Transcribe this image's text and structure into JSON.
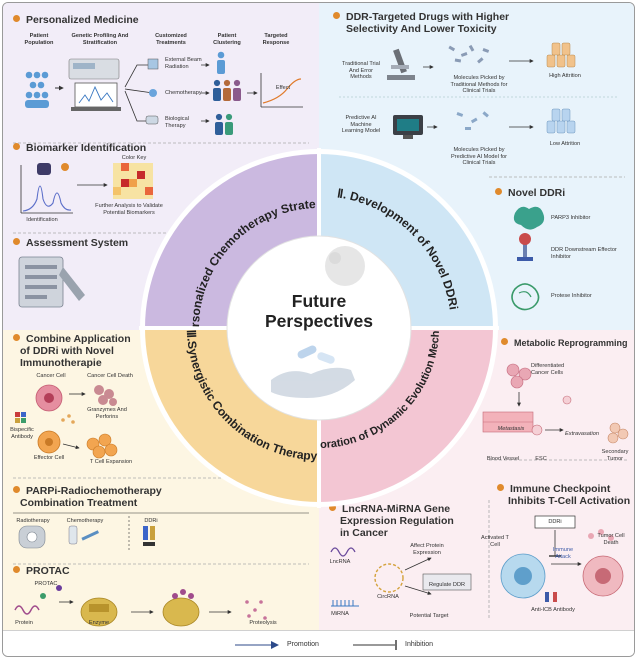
{
  "center": {
    "title_line1": "Future",
    "title_line2": "Perspectives"
  },
  "ring": {
    "q1": "Ⅰ.Personalized Chemotherapy Strategies",
    "q2": "Ⅱ. Development of Novel DDRi",
    "q3": "Ⅲ.Synergistic Combination Therapy",
    "q4": "Ⅳ.Exploration of Dynamic Evolution Mechanisms",
    "colors": {
      "q1": "#cbb9e0",
      "q2": "#cfe6f5",
      "q3": "#f7d79a",
      "q4": "#f3c6d3"
    }
  },
  "personalized": {
    "title": "Personalized Medicine",
    "patient_population": "Patient Population",
    "genetic": "Genetic Profiling And Stratification",
    "customized": "Customized Treatments",
    "clustering": "Patient Clustering",
    "targeted": "Targeted Response",
    "external_beam": "External Beam Radiation",
    "chemotherapy": "Chemotherapy",
    "biological": "Biological Therapy",
    "effect": "Effect"
  },
  "biomarker": {
    "title": "Biomarker Identification",
    "color_key": "Color Key",
    "identification": "Identification",
    "further": "Further Analysis to Validate Potential Biomarkers"
  },
  "assessment": {
    "title": "Assessment System"
  },
  "ddr_drugs": {
    "title_line1": "DDR-Targeted Drugs with Higher",
    "title_line2": "Selectivity And Lower Toxicity",
    "traditional": "Traditional Trial And Error Methods",
    "molecules_trad": "Molecules Picked by Traditional Methods for Clinical Trials",
    "high_attrition": "High Attrition",
    "predictive": "Predictive AI Machine Learning Model",
    "molecules_ai": "Molecules Picked by Predictive AI Model for Clinical Trials",
    "low_attrition": "Low Attrition"
  },
  "novel_ddri": {
    "title": "Novel DDRi",
    "parp3": "PARP3 Inhibitor",
    "downstream": "DDR Downstream Effector Inhibitor",
    "protease": "Protese Inhibitor"
  },
  "combine": {
    "title_line1": "Combine Application",
    "title_line2": "of DDRi with Novel",
    "title_line3": "Immunotherapie",
    "cancer_cell": "Cancer Cell",
    "cancer_cell_death": "Cancer Cell Death",
    "granzymes": "Granzymes And Perforins",
    "bispecific": "Bispecific Antibody",
    "effector": "Effector Cell",
    "expansion": "T Cell Expansion"
  },
  "parpi": {
    "title_line1": "PARPi-Radiochemotherapy",
    "title_line2": "Combination Treatment",
    "radiotherapy": "Radiotherapy",
    "chemotherapy": "Chemotherapy",
    "ddri": "DDRi"
  },
  "protac": {
    "title": "PROTAC",
    "protac_label": "PROTAC",
    "protein": "Protein",
    "enzyme": "Enzyme",
    "proteolysis": "Proteolysis"
  },
  "metabolic": {
    "title": "Metabolic Reprogramming",
    "differentiated": "Differentiated Cancer Cells",
    "metastasis": "Metastasis",
    "extravasation": "Extravasation",
    "blood_vessel": "Blood Vessel",
    "esc": "ESC",
    "secondary": "Secondary Tumor"
  },
  "lncrna": {
    "title_line1": "LncRNA-MiRNA Gene",
    "title_line2": "Expression Regulation",
    "title_line3": "in Cancer",
    "lncrna": "LncRNA",
    "mirna": "MiRNA",
    "circrna": "CircRNA",
    "affect": "Affect Protein Expression",
    "regulate": "Regulate DDR",
    "potential": "Potential Target"
  },
  "checkpoint": {
    "title_line1": "Immune Checkpoint",
    "title_line2": "Inhibits T-Cell Activation",
    "ddri": "DDRi",
    "activated": "Activated T Cell",
    "attack": "Immune Attack",
    "death": "Tumor Cell Death",
    "antibody": "Anti-ICB Antibody"
  },
  "legend": {
    "promotion": "Promotion",
    "inhibition": "Inhibition"
  }
}
